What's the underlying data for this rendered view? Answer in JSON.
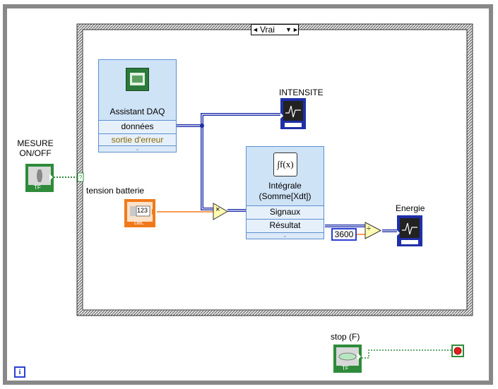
{
  "case_structure": {
    "selector_value": "Vrai",
    "left_arrow": "◄",
    "dropdown": "▼",
    "right_arrow": "►"
  },
  "controls": {
    "mesure": {
      "label_line1": "MESURE",
      "label_line2": "ON/OFF",
      "terminal_tag": "TF"
    },
    "tension": {
      "label": "tension batterie",
      "value_tag": "123",
      "terminal_tag": "DBL"
    },
    "stop": {
      "label": "stop (F)",
      "terminal_tag": "TF"
    }
  },
  "indicators": {
    "intensite": {
      "label": "INTENSITE"
    },
    "energie": {
      "label": "Energie"
    }
  },
  "daq": {
    "title": "Assistant DAQ",
    "output1": "données",
    "output2": "sortie d'erreur"
  },
  "integral": {
    "icon_text": "∫f(x)",
    "title_line1": "Intégrale",
    "title_line2": "(Somme[Xdt])",
    "input": "Signaux",
    "output": "Résultat"
  },
  "constants": {
    "divisor": "3600"
  },
  "functions": {
    "multiply": "×",
    "divide": "÷"
  },
  "info_button": "i",
  "colors": {
    "bool_wire": "#2e8b3a",
    "dynamic_wire": "#1f2fa8",
    "double_wire": "#f07a1a",
    "case_frame": "#7a7a7a",
    "express_bg": "#cfe3f7"
  }
}
